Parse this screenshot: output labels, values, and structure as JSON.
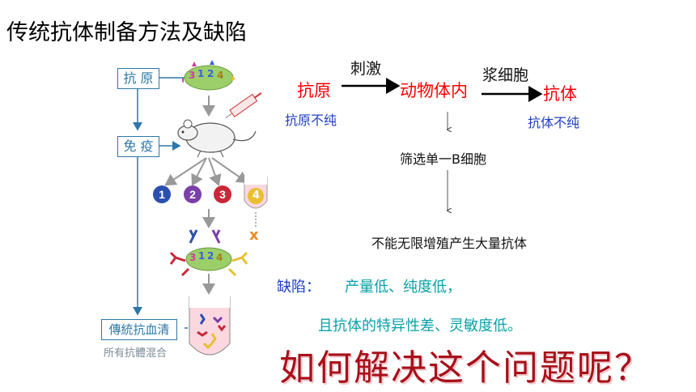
{
  "title": "传统抗体制备方法及缺陷",
  "left_diagram": {
    "steps": [
      "抗 原",
      "免 疫",
      "傳統抗血清"
    ],
    "caption": "所有抗體混合",
    "antigen_numbers": [
      "3",
      "1",
      "2",
      "4"
    ],
    "clone_numbers": [
      "1",
      "2",
      "3",
      "4"
    ],
    "reject_mark": "x",
    "colors": {
      "box_border": "#2e77a8",
      "clone1": "#2a4fb0",
      "clone2": "#7a3fa8",
      "clone3": "#c82838",
      "clone4": "#e8c030",
      "antigen": "#9ccf6a"
    }
  },
  "flow": {
    "antigen": "抗原",
    "stimulate": "刺激",
    "animal": "动物体内",
    "serum": "浆细胞",
    "antibody": "抗体",
    "antigen_impure": "抗原不纯",
    "antibody_impure": "抗体不纯",
    "screen": "筛选单一B细胞",
    "cannot": "不能无限增殖产生大量抗体"
  },
  "defects": {
    "label": "缺陷：",
    "line1": "产量低、纯度低，",
    "line2": "且抗体的特异性差、灵敏度低。"
  },
  "question": "如何解决这个问题呢？"
}
